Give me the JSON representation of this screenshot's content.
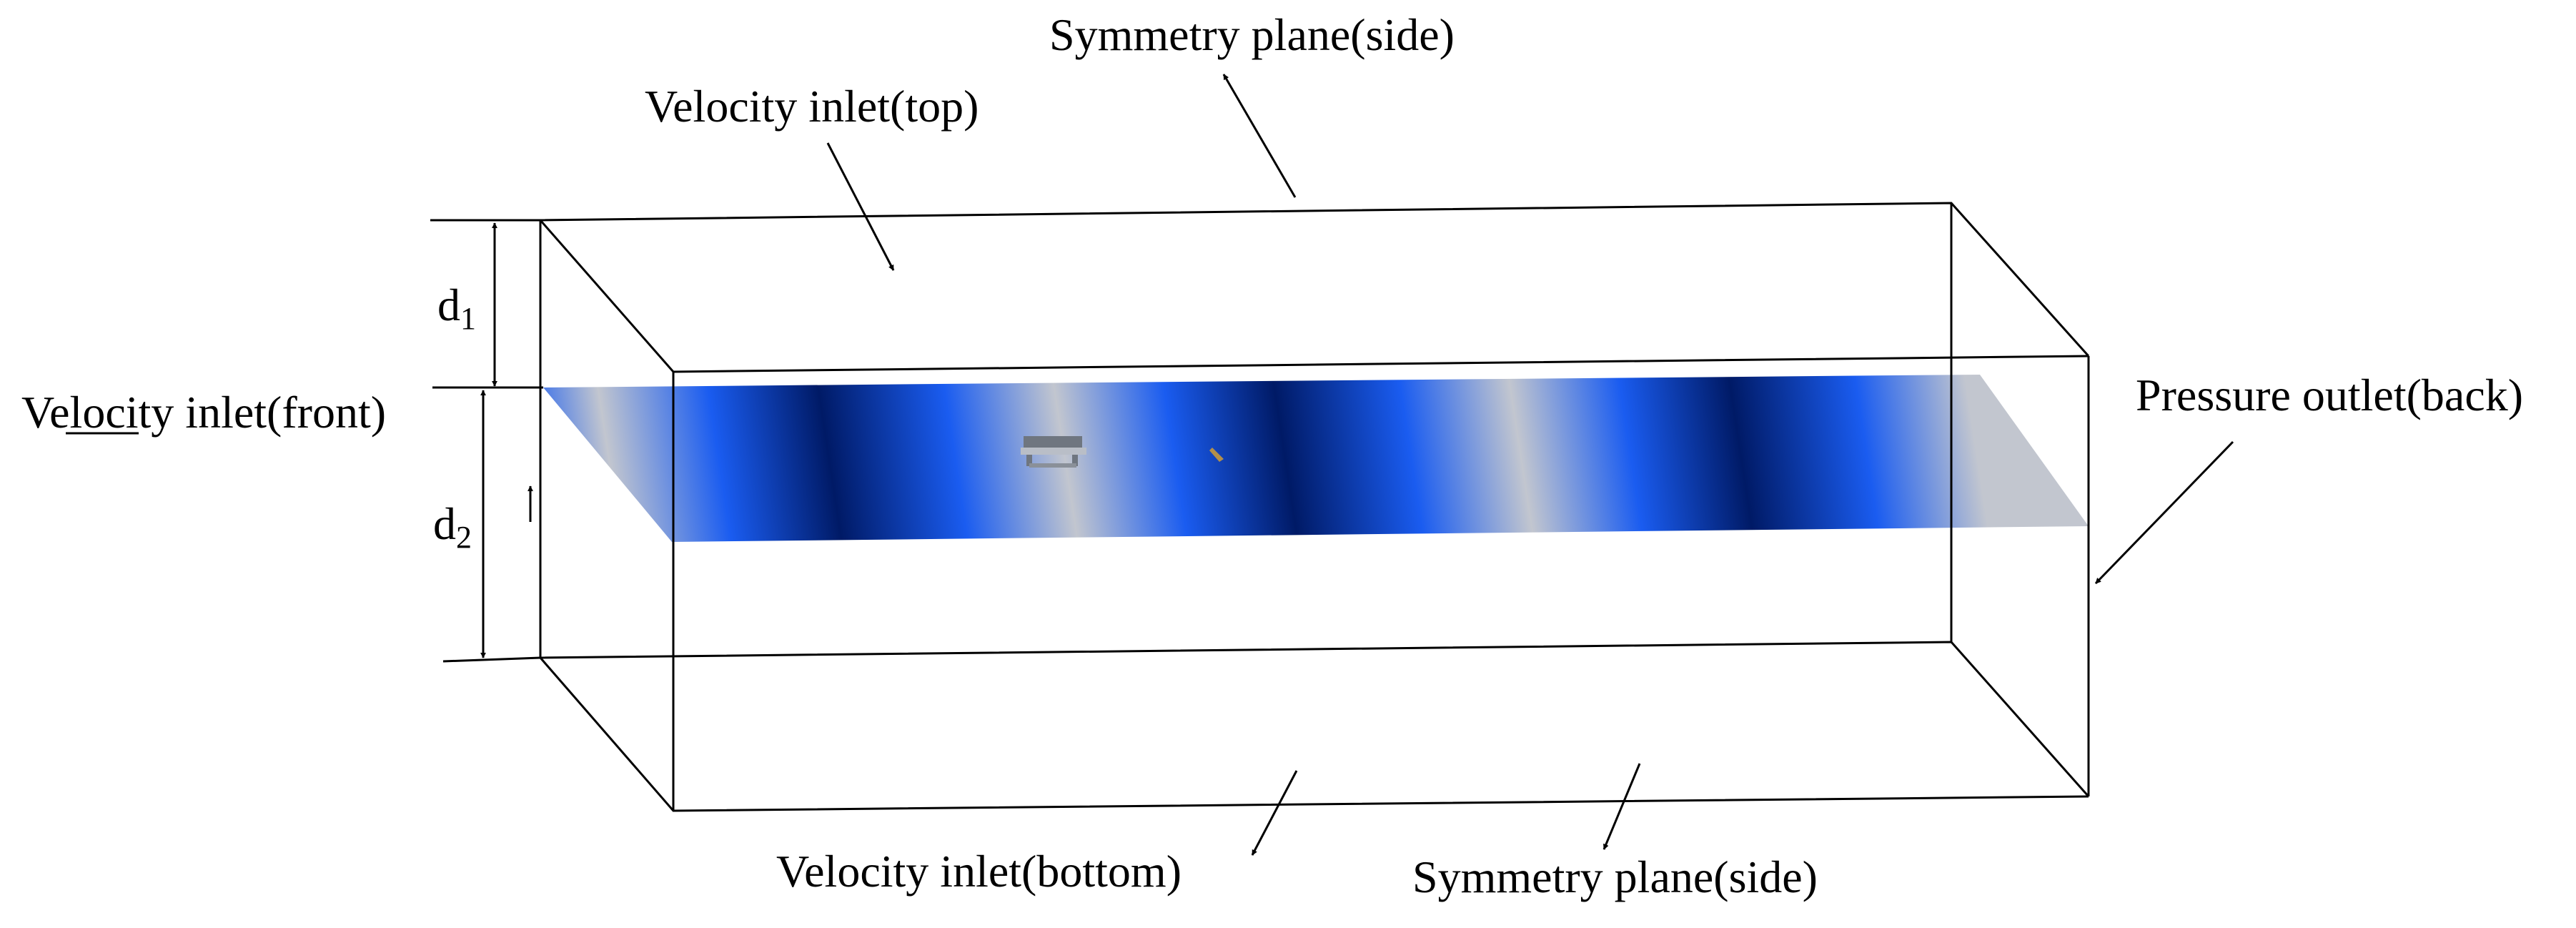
{
  "labels": {
    "symmetry_top": "Symmetry plane(side)",
    "velocity_top": "Velocity inlet(top)",
    "velocity_front_pre": "Ve",
    "velocity_front_mid": "loc",
    "velocity_front_post": "ity inlet(front)",
    "pressure_back": "Pressure outlet(back)",
    "velocity_bottom": "Velocity inlet(bottom)",
    "symmetry_bottom": "Symmetry plane(side)",
    "d1_base": "d",
    "d1_sub": "1",
    "d2_base": "d",
    "d2_sub": "2"
  },
  "colors": {
    "wave_dark": "#001a66",
    "wave_mid": "#1a5cf0",
    "wave_light": "#c2c6cf",
    "model_gray": "#6f7680",
    "model_light": "#b9bec7",
    "model_small": "#b38f4a"
  },
  "icons": {
    "ship_model": "ship-model-icon",
    "small_object": "small-object-icon"
  }
}
